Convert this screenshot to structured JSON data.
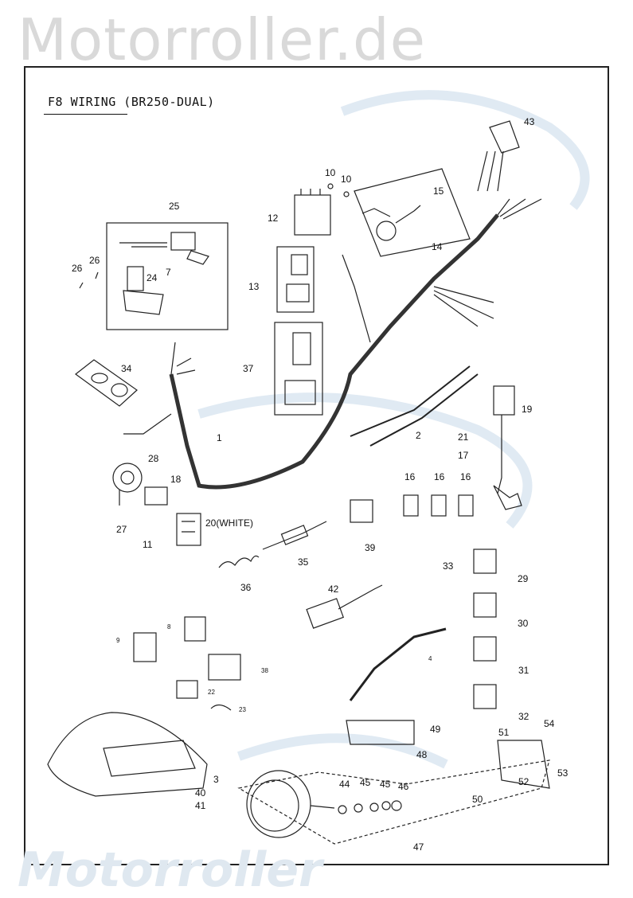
{
  "watermarks": {
    "top": "Motorroller.de",
    "bottom": "Motorroller"
  },
  "diagram": {
    "title": "F8  WIRING (BR250-DUAL)"
  },
  "callouts": [
    {
      "id": "c43",
      "text": "43"
    },
    {
      "id": "c10a",
      "text": "10"
    },
    {
      "id": "c10b",
      "text": "10"
    },
    {
      "id": "c15",
      "text": "15"
    },
    {
      "id": "c12",
      "text": "12"
    },
    {
      "id": "c14",
      "text": "14"
    },
    {
      "id": "c25",
      "text": "25"
    },
    {
      "id": "c26a",
      "text": "26"
    },
    {
      "id": "c26b",
      "text": "26"
    },
    {
      "id": "c7",
      "text": "7"
    },
    {
      "id": "c24",
      "text": "24"
    },
    {
      "id": "c13",
      "text": "13"
    },
    {
      "id": "c37",
      "text": "37"
    },
    {
      "id": "c34",
      "text": "34"
    },
    {
      "id": "c1",
      "text": "1"
    },
    {
      "id": "c2",
      "text": "2"
    },
    {
      "id": "c19",
      "text": "19"
    },
    {
      "id": "c21",
      "text": "21"
    },
    {
      "id": "c17",
      "text": "17"
    },
    {
      "id": "c28",
      "text": "28"
    },
    {
      "id": "c18",
      "text": "18"
    },
    {
      "id": "c27",
      "text": "27"
    },
    {
      "id": "c11",
      "text": "11"
    },
    {
      "id": "c20",
      "text": "20(WHITE)"
    },
    {
      "id": "c16a",
      "text": "16"
    },
    {
      "id": "c16b",
      "text": "16"
    },
    {
      "id": "c16c",
      "text": "16"
    },
    {
      "id": "c39",
      "text": "39"
    },
    {
      "id": "c35",
      "text": "35"
    },
    {
      "id": "c36",
      "text": "36"
    },
    {
      "id": "c33",
      "text": "33"
    },
    {
      "id": "c29",
      "text": "29"
    },
    {
      "id": "c42",
      "text": "42"
    },
    {
      "id": "c30",
      "text": "30"
    },
    {
      "id": "c8",
      "text": "8"
    },
    {
      "id": "c9",
      "text": "9"
    },
    {
      "id": "c38",
      "text": "38"
    },
    {
      "id": "c4",
      "text": "4"
    },
    {
      "id": "c31",
      "text": "31"
    },
    {
      "id": "c22",
      "text": "22"
    },
    {
      "id": "c23",
      "text": "23"
    },
    {
      "id": "c32",
      "text": "32"
    },
    {
      "id": "c49",
      "text": "49"
    },
    {
      "id": "c51",
      "text": "51"
    },
    {
      "id": "c54",
      "text": "54"
    },
    {
      "id": "c48",
      "text": "48"
    },
    {
      "id": "c53",
      "text": "53"
    },
    {
      "id": "c3",
      "text": "3"
    },
    {
      "id": "c40",
      "text": "40"
    },
    {
      "id": "c41",
      "text": "41"
    },
    {
      "id": "c44",
      "text": "44"
    },
    {
      "id": "c45a",
      "text": "45"
    },
    {
      "id": "c45b",
      "text": "45"
    },
    {
      "id": "c46",
      "text": "46"
    },
    {
      "id": "c52",
      "text": "52"
    },
    {
      "id": "c50",
      "text": "50"
    },
    {
      "id": "c47",
      "text": "47"
    }
  ]
}
